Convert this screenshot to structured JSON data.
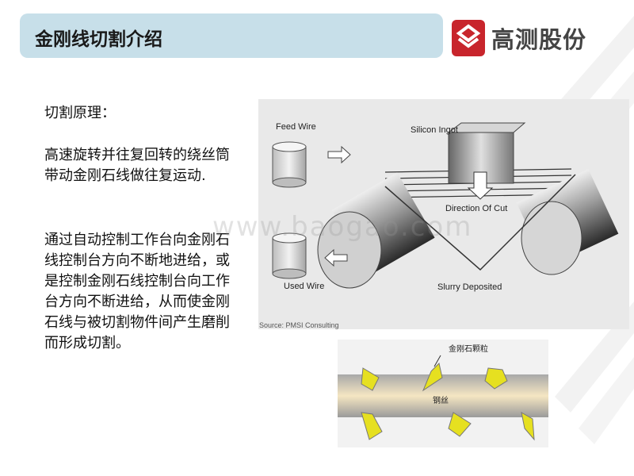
{
  "header": {
    "title": "金刚线切割介绍",
    "logo_text": "高测股份",
    "logo_color": "#c8252c"
  },
  "content": {
    "principle_heading": "切割原理：",
    "paragraph1": "高速旋转并往复回转的绕丝筒带动金刚石线做往复运动.",
    "paragraph2": "通过自动控制工作台向金刚石线控制台方向不断地进给，或是控制金刚石线控制台向工作台方向不断进给，从而使金刚石线与被切割物件间产生磨削而形成切割。"
  },
  "watermark": "www.baogao.com",
  "diagram": {
    "labels": {
      "feed_wire": "Feed Wire",
      "silicon_ingot": "Silicon Ingot",
      "direction_of_cut": "Direction Of Cut",
      "used_wire": "Used Wire",
      "slurry_deposited": "Slurry Deposited"
    },
    "source": "Source: PMSI Consulting"
  },
  "particles_figure": {
    "label_particles": "金刚石颗粒",
    "label_wire": "钢丝",
    "particle_color": "#e6e020",
    "wire_color": "#f3e0b0"
  }
}
